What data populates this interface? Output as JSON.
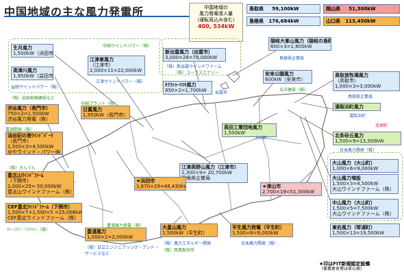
{
  "title": "中国地域の主な風力発電所",
  "total": {
    "line1": "中国地域の",
    "line2": "風力発電導入量",
    "line3": "（運転見込み含む）",
    "value": "400, 534kW"
  },
  "prefectures": [
    {
      "name": "鳥取県",
      "value": "59,100kW",
      "color": "#dbeaf8"
    },
    {
      "name": "岡山県",
      "value": "51,300kW",
      "color": "#f39a9a"
    },
    {
      "name": "島根県",
      "value": "176,684kW",
      "color": "#dbeaf8"
    },
    {
      "name": "山口県",
      "value": "113,450kW",
      "color": "#f6b44c"
    }
  ],
  "plants": {
    "ikuzuki": {
      "name": "生月風力",
      "spec": "1,500kW（浜田市）"
    },
    "takatsu": {
      "name": "高津川風力",
      "spec": "1,950kW（益田市）",
      "operator": "益田ウインドパワー（株）"
    },
    "egotsu": {
      "name": "江津東風力",
      "city": "（江津市）",
      "spec": "2,000×11=22,000kW",
      "operator": "江津ウインドパワー（株）"
    },
    "chugoku_wp": "中国ウインドパワー（株）",
    "shindaimon": {
      "name": "新出雲風力（出雲市）",
      "spec": "3,000×26=78,000kW",
      "operator": "（株）新出雲ウインドファーム"
    },
    "eurus": "（株）ユーラスエナジー",
    "kirara": {
      "name": "ｷﾗﾗﾄｩｰﾘﾏｷ風力",
      "spec": "850×2=1,700kW",
      "city": "出雲市"
    },
    "oki": {
      "name": "隠岐大峯山風力（隠岐の島町）",
      "spec": "600×3=1,800kW",
      "operator": "島根県企業局"
    },
    "yasugi": {
      "name": "安来公園風力",
      "spec": "600kW（安来市）",
      "operator": "五洋建設（株）"
    },
    "tottori_kaigan": {
      "name": "鳥取放牧場風力",
      "city": "（鳥取市）",
      "spec": "1,000×3=3,000kW",
      "operator": "鳥取県企業局"
    },
    "iwata": "（株）岩田地崎建設など",
    "shibuya": {
      "name": "渋谷風力（長門市）",
      "spec": "750×2=1,500kW",
      "operator": "渋谷風力発電（株）"
    },
    "chugoku_plant": "中国プラント（株）",
    "hikari": {
      "name": "日置風力",
      "spec": "1,950kW（長門市）"
    },
    "dengen": "電源開発（株）",
    "yuya": {
      "name": "油谷妃の里ｳｲﾝﾄﾞﾊﾟｰｸ",
      "city": "（長門市）",
      "spec": "1,500×3=4,500kW",
      "operator": "ゆやウインド・パワー㈱"
    },
    "yurihama": {
      "name": "湯梨浜町風力",
      "operator": "湯梨浜町"
    },
    "hokuei": {
      "name": "北栄町",
      "operator": "北栄町"
    },
    "takata": {
      "name": "高田工業団地風力",
      "spec": "1,500kW",
      "city": "大山町"
    },
    "hokuei_sand": {
      "name": "北条砂丘風力",
      "spec": "1,500×9=13,500kW"
    },
    "nihon_wind": "日本風力開発（株）",
    "gotsu_takano": {
      "name": "江津高野山風力（江津市）",
      "spec": "2,300×9= 20,700kW",
      "operator": "島根県企業局"
    },
    "hamada": {
      "name": "★浜田市",
      "spec": "1,670×29=48,430kW"
    },
    "tsuyama": {
      "name": "★津山市",
      "spec": "2,700×19=51,300kW"
    },
    "daisen": {
      "name": "大山風力（大山町）",
      "spec": "1,000×6=9,000kW"
    },
    "daisen2": {
      "name": "大山風力増設",
      "spec": "1,500×3=4,500kW",
      "operator": "大山ウインドファーム（株）"
    },
    "nakayama": {
      "name": "中山風力（大山町）",
      "spec": "1,500×5=7,500kW",
      "operator": "大山ウインドファーム（株）"
    },
    "tohaku": {
      "name": "東伯風力（琴浦町）",
      "spec": "1,500×13=19,500kW"
    },
    "kinden": "（株）きんでん",
    "toyokita": {
      "name": "豊北山ｳｲﾝﾄﾞﾌｧｰﾑ",
      "city": "（下関市）",
      "spec": "2,000×25= 50,000kW",
      "operator": "豊北山ウインドファーム（株）"
    },
    "cef": {
      "name": "CEF豊北ｳｲﾝﾄﾞﾌｧｰﾑ（下関市）",
      "spec": "1,500×7+1,500×5 =25,006kW",
      "operator": "CEF豊北ウインドファーム（株）",
      "extra": "ｸﾘｰﾝｴﾅｼﾞｰﾌｧｸﾄﾘｰ（株）"
    },
    "toyoura": {
      "name": "豊浦風力",
      "spec": "1,000×2=2,000kW",
      "operator": "（株）日立エンジニアリング・アンド・サービスなど",
      "parent": "豊浦風力発電（株）"
    },
    "ohshima": {
      "name": "大星山風力",
      "spec": "1,500kW（平生町）",
      "operator": "（株）風力エネルギー開発",
      "extra": "（株）西島製作所"
    },
    "heisei": {
      "name": "平生風力発電（平生町）",
      "spec": "1,500×6=9,000kW",
      "operator": "日本風力開発（株）"
    }
  },
  "legend": {
    "line1": "★印はFIT新規認定設備",
    "line2": "（事業者名等は非公表）"
  }
}
